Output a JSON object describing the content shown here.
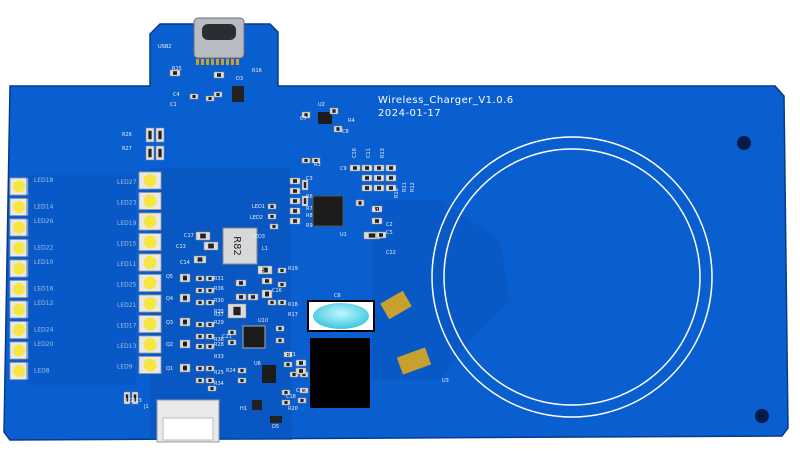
{
  "board": {
    "title": "Wireless_Charger_V1.0.6",
    "date": "2024-01-17",
    "colors": {
      "pcb": "#0a5fd0",
      "pcb_dark": "#0648a8",
      "pad": "#c8a030",
      "led_body": "#f5e640",
      "silk": "#f2f2f2",
      "dark": "#111111",
      "cap_cyan": "#4fd6e8",
      "outline": "#000000"
    }
  },
  "labels": {
    "usb": "USB2",
    "r15": "R15",
    "r16": "R16",
    "c4": "C4",
    "c1": "C1",
    "d3": "D3",
    "u2": "U2",
    "c7": "C7",
    "c8": "C8",
    "r4": "R4",
    "r26": "R26",
    "r27": "R27",
    "r3": "R3",
    "c10": "C10",
    "c11": "C11",
    "r13": "R13",
    "c9": "C9",
    "r6": "R6",
    "r7": "R7",
    "r8": "R8",
    "r9": "R9",
    "c3": "C3",
    "r10": "R10",
    "r11": "R11",
    "r12": "R12",
    "d1": "D1",
    "c2": "C2",
    "c5": "C5",
    "c22": "C22",
    "led1": "LED1",
    "led2": "LED2",
    "led3": "LED3",
    "u1": "U1",
    "c17": "C17",
    "c13": "C13",
    "c14": "C14",
    "l1": "L1",
    "r82": "R82",
    "r19": "R19",
    "u5": "U5",
    "led18": "LED18",
    "led14": "LED14",
    "led26": "LED26",
    "led22": "LED22",
    "led10": "LED10",
    "led16": "LED16",
    "led12": "LED12",
    "led24": "LED24",
    "led20": "LED20",
    "led8": "LED8",
    "led27": "LED27",
    "led23": "LED23",
    "led19": "LED19",
    "led15": "LED15",
    "led11": "LED11",
    "led25": "LED25",
    "led21": "LED21",
    "led17": "LED17",
    "led13": "LED13",
    "led9": "LED9",
    "q5": "Q5",
    "q4": "Q4",
    "q3": "Q3",
    "q2": "Q2",
    "q1": "Q1",
    "r31": "R31",
    "r36": "R36",
    "r30": "R30",
    "r35": "R35",
    "r37": "R37",
    "r29": "R29",
    "r38": "R38",
    "r28": "R28",
    "r33": "R33",
    "r25": "R25",
    "r24": "R24",
    "r34": "R34",
    "c16": "C16",
    "r18": "R18",
    "r17": "R17",
    "c21": "C21",
    "u10": "U10",
    "u6": "U6",
    "r21": "R21",
    "c6": "C6",
    "u3": "U3",
    "j1": "J1",
    "h1": "H1",
    "r20": "R20",
    "d5": "D5",
    "c19": "C19",
    "c18": "C18",
    "r22": "R22",
    "r23": "R23"
  }
}
